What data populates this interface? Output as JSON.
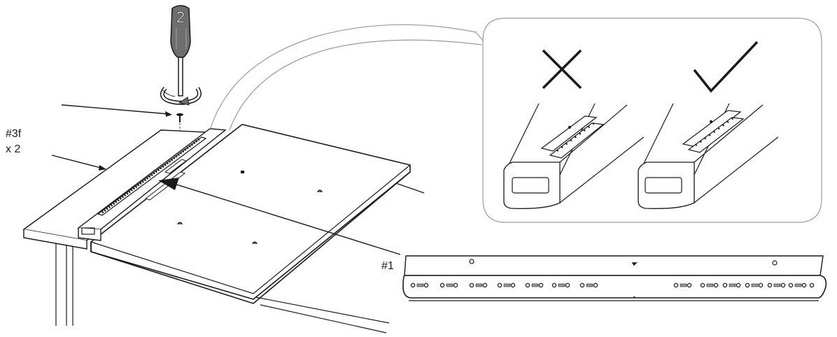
{
  "screwdriver": {
    "size_label": "2"
  },
  "part_screw": {
    "code_label": "#3f",
    "qty_label": "x 2"
  },
  "part_rail": {
    "code_label": "#1"
  },
  "colors": {
    "ink": "#1a1a1a",
    "line_grey": "#9a9a9a",
    "handle_grey": "#6e6e6e",
    "paper": "#ffffff"
  },
  "icons": {
    "wrong": "cross-icon",
    "right": "check-icon",
    "turn": "rotation-arrow-icon"
  }
}
